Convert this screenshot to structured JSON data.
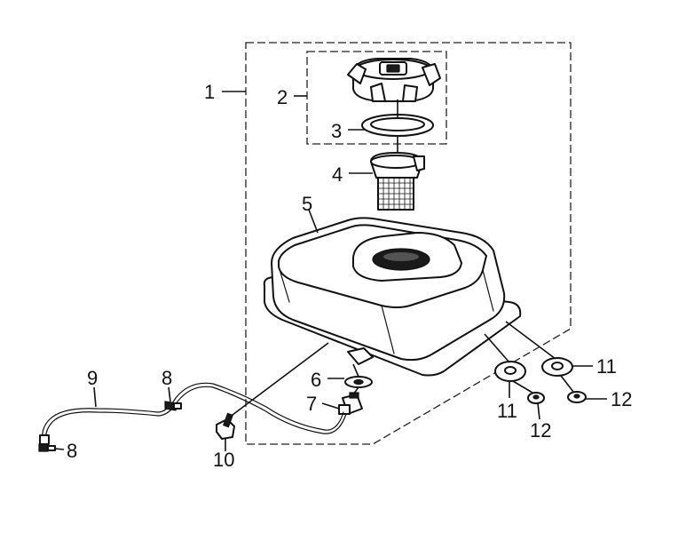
{
  "diagram": {
    "parts": [
      {
        "id": "fuel-tank-assembly",
        "label": "1"
      },
      {
        "id": "fuel-cap",
        "label": "2"
      },
      {
        "id": "cap-gasket",
        "label": "3"
      },
      {
        "id": "fuel-strainer",
        "label": "4"
      },
      {
        "id": "fuel-tank",
        "label": "5"
      },
      {
        "id": "tap-gasket",
        "label": "6"
      },
      {
        "id": "fuel-tap",
        "label": "7"
      },
      {
        "id": "hose-clip-upper",
        "label": "8"
      },
      {
        "id": "hose-clip-lower",
        "label": "8"
      },
      {
        "id": "fuel-hose",
        "label": "9"
      },
      {
        "id": "tank-bolt",
        "label": "10"
      },
      {
        "id": "rubber-washer-left",
        "label": "11"
      },
      {
        "id": "rubber-washer-right",
        "label": "11"
      },
      {
        "id": "collar-left",
        "label": "12"
      },
      {
        "id": "collar-right",
        "label": "12"
      }
    ]
  }
}
